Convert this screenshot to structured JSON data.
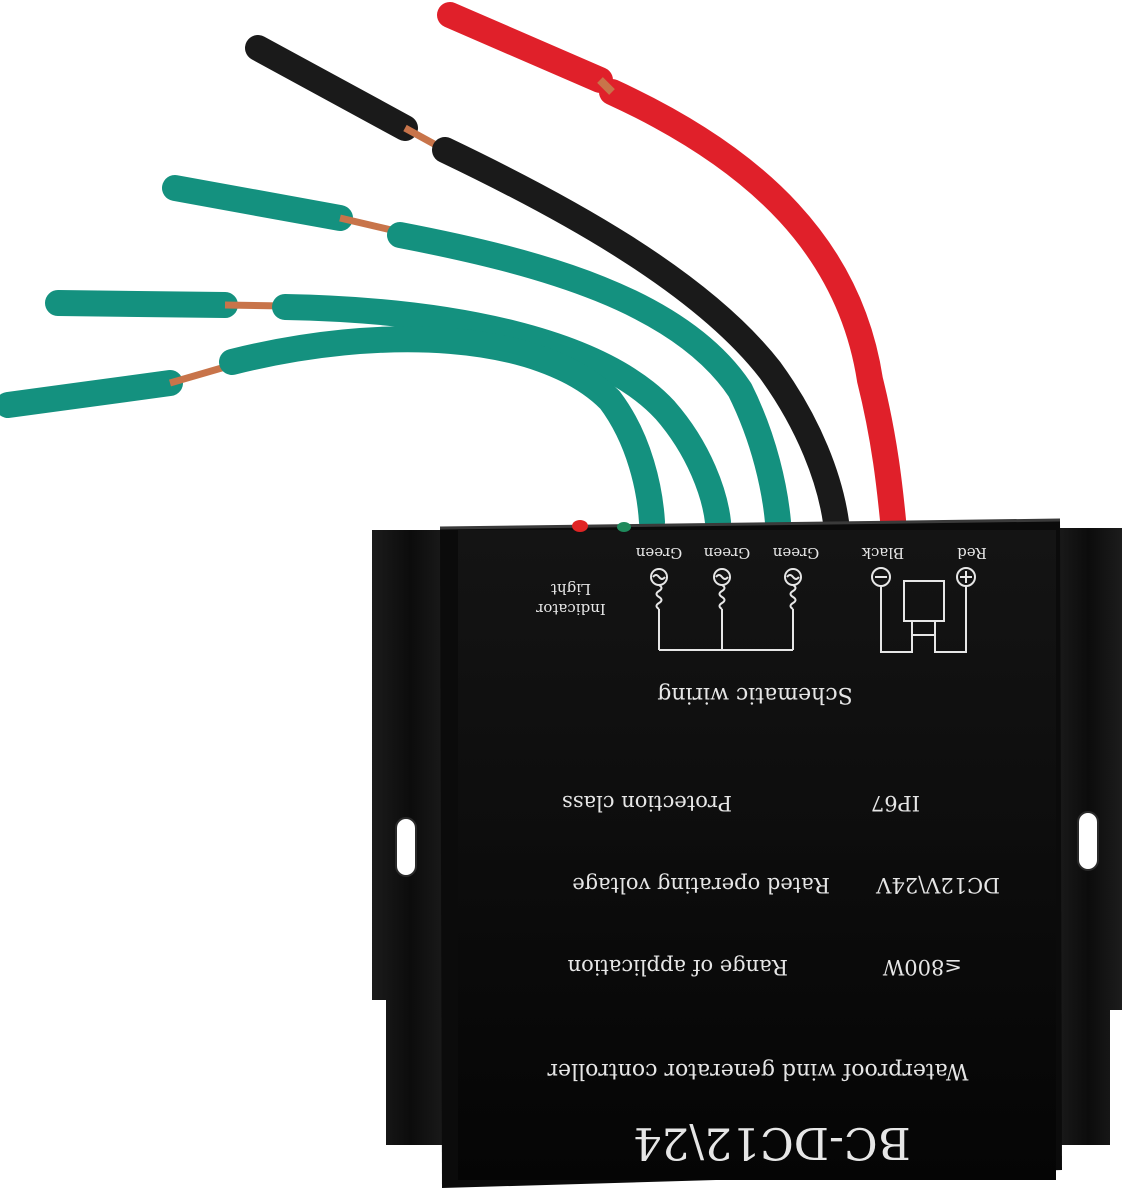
{
  "product": {
    "model": "BC-DC12\\24",
    "title": "Waterproof wind generator controller",
    "wiring_title": "Schematic wiring",
    "indicator_label_line1": "Light",
    "indicator_label_line2": "Indicator",
    "wire_labels": [
      "Green",
      "Green",
      "Green",
      "Black",
      "Red"
    ],
    "specs": [
      {
        "label": "Protection class",
        "value": "IP67"
      },
      {
        "label": "Rated operating voltage",
        "value": "DC12V\\24V"
      },
      {
        "label": "Range of application",
        "value": "≤800W"
      }
    ]
  },
  "colors": {
    "housing": "#111111",
    "panel": "#050505",
    "print": "#e6e6e6",
    "wire_red": "#e0202a",
    "wire_black": "#1a1a1a",
    "wire_green": "#14917f",
    "copper": "#c8744a"
  }
}
